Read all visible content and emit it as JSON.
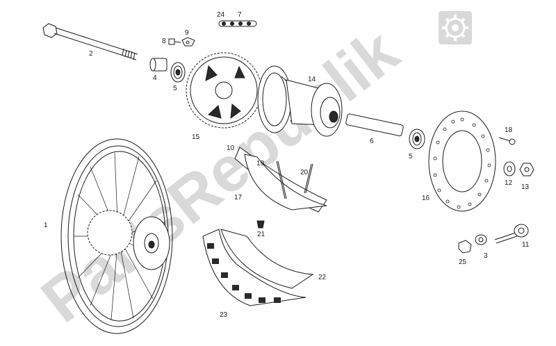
{
  "watermark": {
    "text": "PartsRepublik",
    "icon": "gear-icon",
    "color": "#d9d9d9"
  },
  "callouts": [
    {
      "id": "c1",
      "label": "1"
    },
    {
      "id": "c2",
      "label": "2"
    },
    {
      "id": "c3",
      "label": "3"
    },
    {
      "id": "c4",
      "label": "4"
    },
    {
      "id": "c5a",
      "label": "5"
    },
    {
      "id": "c5b",
      "label": "5"
    },
    {
      "id": "c6",
      "label": "6"
    },
    {
      "id": "c7",
      "label": "7"
    },
    {
      "id": "c8",
      "label": "8"
    },
    {
      "id": "c9",
      "label": "9"
    },
    {
      "id": "c10",
      "label": "10"
    },
    {
      "id": "c11",
      "label": "11"
    },
    {
      "id": "c12",
      "label": "12"
    },
    {
      "id": "c13",
      "label": "13"
    },
    {
      "id": "c14",
      "label": "14"
    },
    {
      "id": "c15",
      "label": "15"
    },
    {
      "id": "c16",
      "label": "16"
    },
    {
      "id": "c17",
      "label": "17"
    },
    {
      "id": "c18",
      "label": "18"
    },
    {
      "id": "c19",
      "label": "19"
    },
    {
      "id": "c20",
      "label": "20"
    },
    {
      "id": "c21",
      "label": "21"
    },
    {
      "id": "c22",
      "label": "22"
    },
    {
      "id": "c23",
      "label": "23"
    },
    {
      "id": "c24",
      "label": "24"
    },
    {
      "id": "c25",
      "label": "25"
    }
  ]
}
